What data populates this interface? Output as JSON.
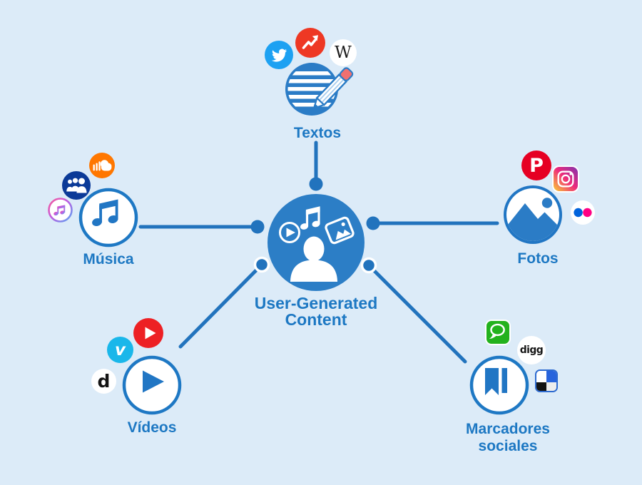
{
  "diagram": {
    "center": {
      "title_line1": "User-Generated",
      "title_line2": "Content"
    },
    "nodes": {
      "textos": {
        "label": "Textos",
        "main_icon": "lined-text-with-pencil",
        "satellite_icons": [
          "twitter",
          "buzzfeed",
          "wikipedia"
        ]
      },
      "musica": {
        "label": "Música",
        "main_icon": "music-note",
        "satellite_icons": [
          "soundcloud",
          "myspace",
          "itunes"
        ]
      },
      "fotos": {
        "label": "Fotos",
        "main_icon": "photo-landscape",
        "satellite_icons": [
          "pinterest",
          "instagram",
          "flickr"
        ]
      },
      "videos": {
        "label": "Vídeos",
        "main_icon": "play-button",
        "satellite_icons": [
          "youtube",
          "vimeo",
          "dailymotion"
        ]
      },
      "marcadores": {
        "label_line1": "Marcadores",
        "label_line2": "sociales",
        "main_icon": "bookmark",
        "satellite_icons": [
          "chat-bubble",
          "digg",
          "delicious"
        ]
      }
    },
    "glyphs": {
      "wikipedia": "W",
      "pinterest": "P",
      "vimeo": "v",
      "dailymotion": "d",
      "digg": "digg"
    },
    "colors": {
      "background": "#dcebf8",
      "line_blue": "#2273bd",
      "circle_border_blue": "#1e78c4",
      "center_fill_blue": "#2c7ec6",
      "label_text": "#1d78c3",
      "twitter": "#1da1f2",
      "buzzfeed": "#ee3824",
      "soundcloud": "#ff7700",
      "myspace": "#0b3a98",
      "pinterest": "#e60023",
      "flickr_blue": "#0063dc",
      "flickr_pink": "#ff0084",
      "youtube": "#ed2024",
      "vimeo": "#1ab7ea",
      "chat_green": "#23b21d",
      "delicious_blue": "#2864dc"
    }
  }
}
